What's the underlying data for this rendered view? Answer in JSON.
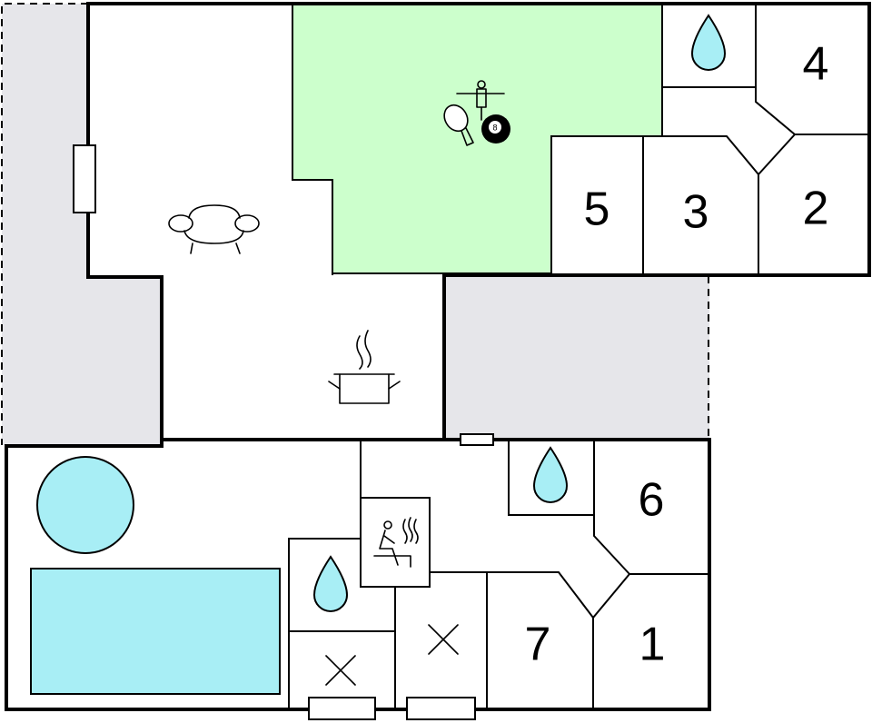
{
  "colors": {
    "outdoor": "#e6e6ea",
    "game_room": "#ccffcc",
    "water": "#a8eef5",
    "wall": "#000000",
    "floor": "#ffffff"
  },
  "room_labels": {
    "r1": "1",
    "r2": "2",
    "r3": "3",
    "r4": "4",
    "r5": "5",
    "r6": "6",
    "r7": "7"
  },
  "icons": {
    "billiard_ball_label": "8",
    "sofa": "sofa-icon",
    "kitchen": "cooking-pot-icon",
    "sauna": "sauna-icon",
    "game_room": "table-games-icon",
    "bathroom": "water-drop-icon",
    "toilet": "cross-icon"
  }
}
